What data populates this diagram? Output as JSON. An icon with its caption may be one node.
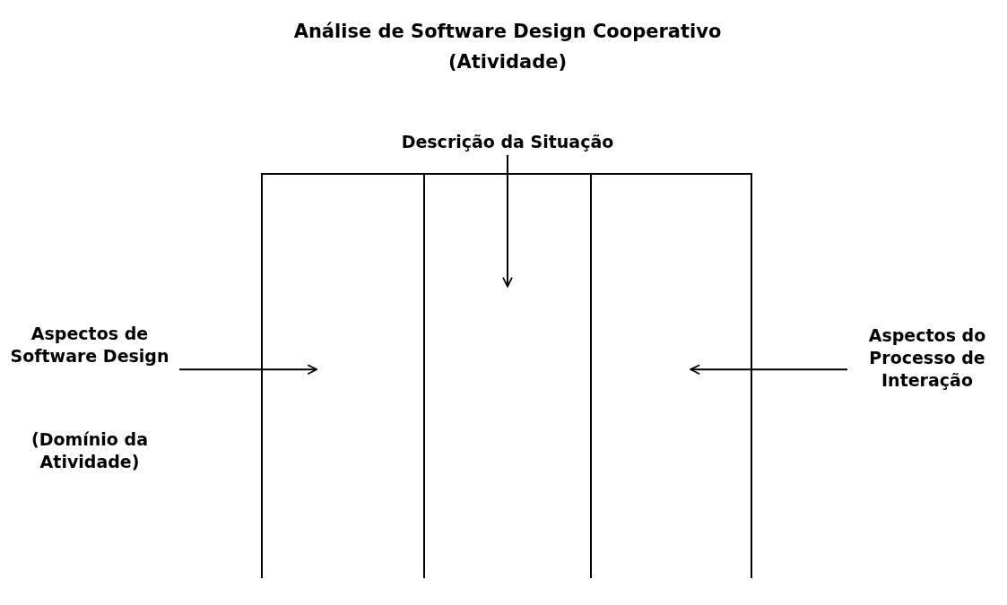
{
  "diagram": {
    "title": "Análise de Software Design Cooperativo (Atividade)",
    "nodes": [
      {
        "text": [
          "Descrição da Situação"
        ]
      },
      {
        "text": [
          "Aspectos de Software Design",
          "(Domínio da Atividade)"
        ]
      },
      {
        "text": [
          "Aspectos do Processo de Interação"
        ]
      },
      {
        "text": [],
        "shape": "box"
      },
      {
        "text": [],
        "shape": "box"
      },
      {
        "text": [],
        "shape": "box"
      }
    ],
    "edges": [
      {
        "from": 0,
        "to": 4,
        "arrow": "to"
      },
      {
        "from": 1,
        "to": 3,
        "arrow": "to"
      },
      {
        "from": 2,
        "to": 5,
        "arrow": "to"
      }
    ]
  }
}
